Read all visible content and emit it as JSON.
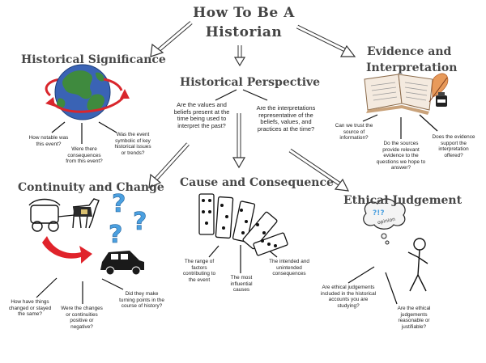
{
  "title": {
    "line1": "How To Be A",
    "line2": "Historian"
  },
  "significance": {
    "heading": "Historical Significance",
    "questions": [
      "How notable was this event?",
      "Were there consequences from this event?",
      "Was the event symbolic of key historical issues or trends?"
    ]
  },
  "perspective": {
    "heading": "Historical Perspective",
    "questions": [
      "Are the values and beliefs present at the time being used to interpret the past?",
      "Are the interpretations representative of the beliefs, values, and practices at the time?"
    ]
  },
  "evidence": {
    "heading_line1": "Evidence and",
    "heading_line2": "Interpretation",
    "questions": [
      "Can we trust the source of information?",
      "Do the sources provide relevant evidence to the questions we hope to answer?",
      "Does the evidence support the interpretation offered?"
    ]
  },
  "continuity": {
    "heading": "Continuity and Change",
    "questions": [
      "How have things changed or stayed the same?",
      "Were the changes or continuities positive or negative?",
      "Did they make turning points in the course of history?"
    ]
  },
  "cause": {
    "heading": "Cause and Consequence",
    "questions": [
      "The range of factors contributing to the event",
      "The most influential causes",
      "The intended and unintended consequences"
    ]
  },
  "ethical": {
    "heading": "Ethical Judgement",
    "questions": [
      "Are ethical judgements included in the historical accounts you are studying?",
      "Are the ethical judgements reasonable or justifiable?"
    ],
    "bubble_text": "opinion"
  },
  "colors": {
    "ocean": "#3a63b5",
    "land": "#3f8a3e",
    "orbit": "#d9262c",
    "arrow_red": "#e0232b",
    "question_mark": "#4ba0e0",
    "paper": "#f4eadf"
  },
  "icons": [
    "globe-icon",
    "book-icon",
    "quill-icon",
    "ink-bottle-icon",
    "horse-carriage-icon",
    "car-icon",
    "domino-icon",
    "thinking-person-icon"
  ]
}
